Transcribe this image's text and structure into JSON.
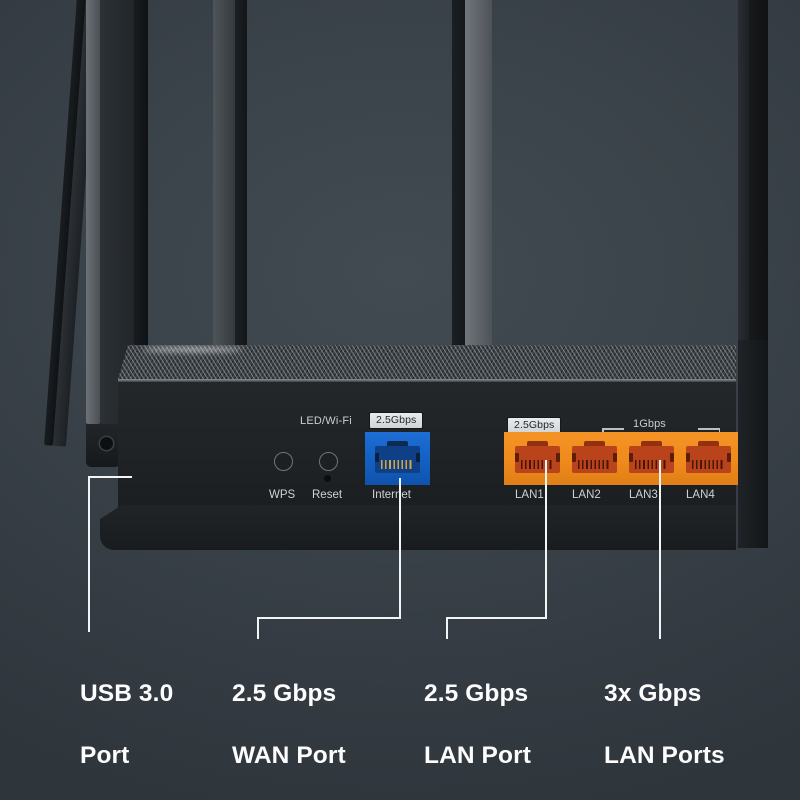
{
  "product": {
    "panel": {
      "led_wifi_label": "LED/Wi-Fi",
      "wan_speed_badge": "2.5Gbps",
      "lan1_speed_badge": "2.5Gbps",
      "lan_group_badge": "1Gbps",
      "buttons": [
        {
          "name": "WPS",
          "label": "WPS"
        },
        {
          "name": "Reset",
          "label": "Reset"
        }
      ],
      "ports": [
        {
          "id": "wan",
          "label": "Internet",
          "color": "#1461c4"
        },
        {
          "id": "lan1",
          "label": "LAN1",
          "color": "#ef8a1c"
        },
        {
          "id": "lan2",
          "label": "LAN2",
          "color": "#ef8a1c"
        },
        {
          "id": "lan3",
          "label": "LAN3",
          "color": "#ef8a1c"
        },
        {
          "id": "lan4",
          "label": "LAN4",
          "color": "#ef8a1c"
        }
      ]
    }
  },
  "callouts": [
    {
      "id": "usb",
      "line1": "USB 3.0",
      "line2": "Port"
    },
    {
      "id": "wan",
      "line1": "2.5 Gbps",
      "line2": "WAN Port"
    },
    {
      "id": "lan1",
      "line1": "2.5 Gbps",
      "line2": "LAN Port"
    },
    {
      "id": "lan3",
      "line1": "3x Gbps",
      "line2": "LAN Ports"
    }
  ],
  "colors": {
    "background": "#3b434a",
    "chassis": "#202326",
    "wan_blue": "#1461c4",
    "lan_orange": "#ef8a1c",
    "badge": "#dfe4e7",
    "caption_text": "#fdfdfd"
  }
}
